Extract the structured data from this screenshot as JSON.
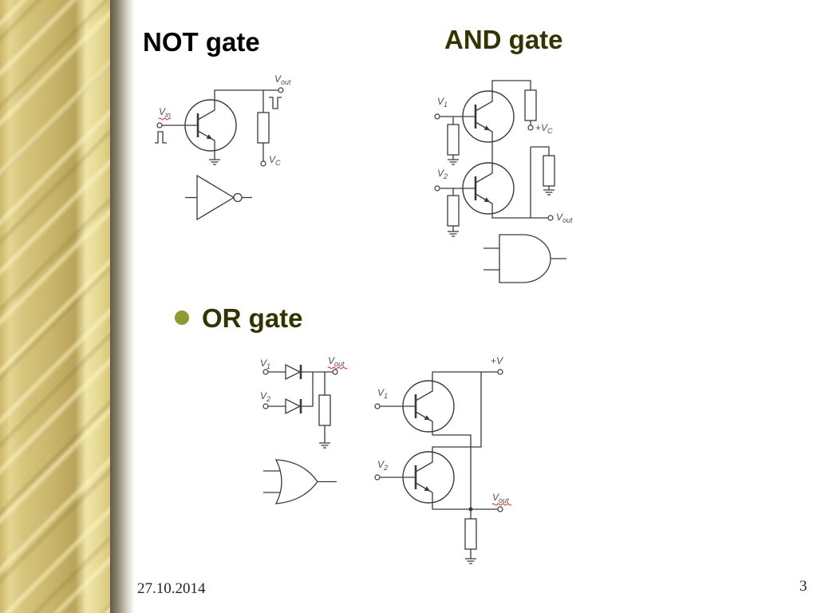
{
  "slide": {
    "date": "27.10.2014",
    "page_number": "3"
  },
  "colors": {
    "title_black": "#000000",
    "title_olive": "#333300",
    "bullet": "#8e9a34",
    "wire": "#3a3a3a",
    "label": "#4d4d4d",
    "spellcheck": "#d42020"
  },
  "not_gate": {
    "title": "NOT gate",
    "labels": {
      "vin": {
        "symbol": "V",
        "sub": "in"
      },
      "vout": {
        "symbol": "V",
        "sub": "out"
      },
      "vc": {
        "symbol": "V",
        "sub": "C"
      }
    }
  },
  "and_gate": {
    "title": "AND gate",
    "labels": {
      "v1": {
        "symbol": "V",
        "sub": "1"
      },
      "v2": {
        "symbol": "V",
        "sub": "2"
      },
      "vc": {
        "prefix": "+",
        "symbol": "V",
        "sub": "C"
      },
      "vout": {
        "symbol": "V",
        "sub": "out"
      }
    }
  },
  "or_gate": {
    "title": "OR gate",
    "diode_circuit": {
      "labels": {
        "v1": {
          "symbol": "V",
          "sub": "1"
        },
        "v2": {
          "symbol": "V",
          "sub": "2"
        },
        "vout": {
          "symbol": "V",
          "sub": "out"
        }
      }
    },
    "transistor_circuit": {
      "labels": {
        "vplus": {
          "prefix": "+",
          "symbol": "V"
        },
        "v1": {
          "symbol": "V",
          "sub": "1"
        },
        "v2": {
          "symbol": "V",
          "sub": "2"
        },
        "vout": {
          "symbol": "V",
          "sub": "out"
        }
      }
    }
  }
}
